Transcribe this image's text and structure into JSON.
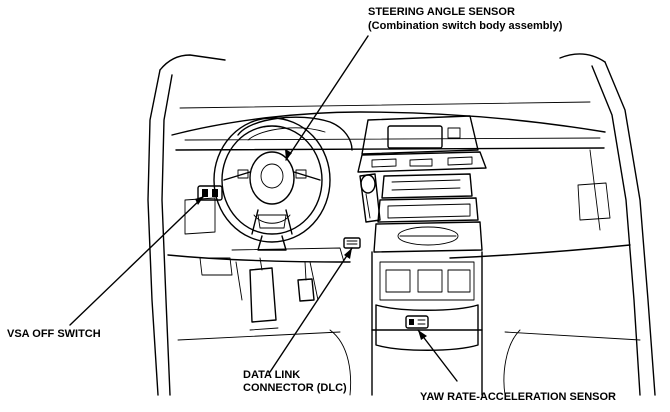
{
  "labels": {
    "steering_sensor": {
      "line1": "STEERING ANGLE SENSOR",
      "line2": "(Combination switch body assembly)"
    },
    "vsa_switch": "VSA OFF SWITCH",
    "dlc": {
      "line1": "DATA LINK",
      "line2": "CONNECTOR (DLC)"
    },
    "yaw_sensor": "YAW RATE-ACCELERATION SENSOR"
  },
  "colors": {
    "ink": "#000000",
    "paper": "#ffffff"
  }
}
